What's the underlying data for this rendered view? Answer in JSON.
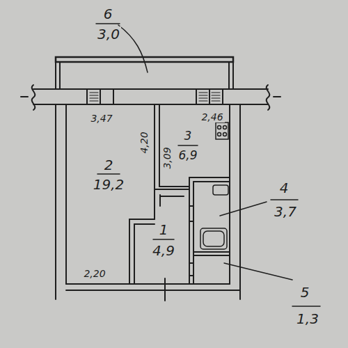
{
  "diagram": {
    "labels": [
      "6",
      "3,0",
      "3,47",
      "2,46",
      "4,20",
      "3,09",
      "2",
      "19,2",
      "3",
      "6,9",
      "1",
      "4,9",
      "4",
      "3,7",
      "5",
      "1,3",
      "2,20"
    ]
  }
}
